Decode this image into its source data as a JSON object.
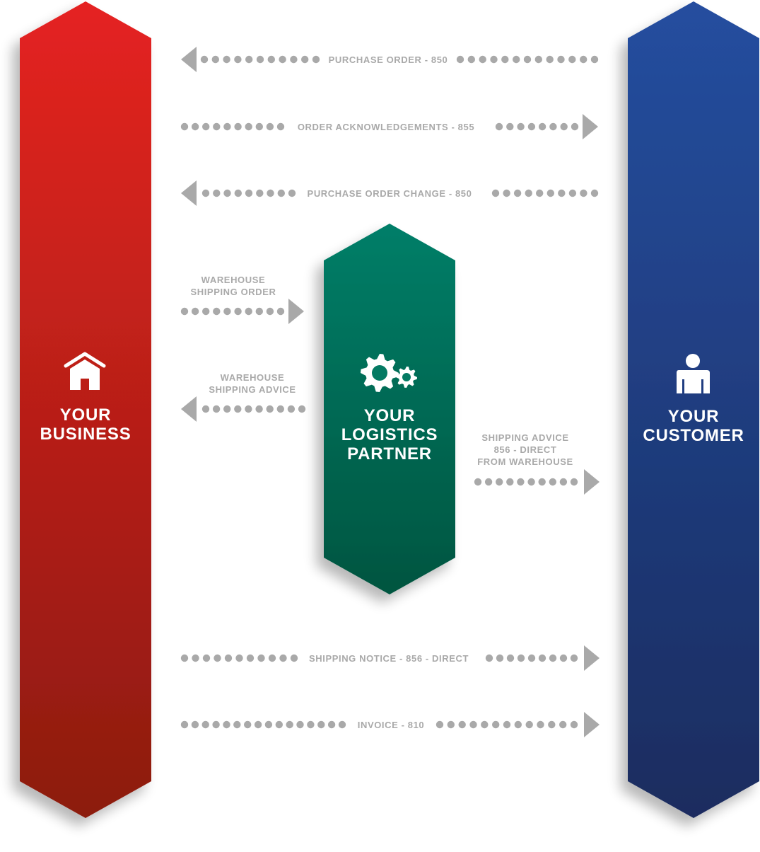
{
  "colors": {
    "business_top": "#e52421",
    "business_bottom": "#8c1a0f",
    "logistics_top": "#047e68",
    "logistics_bottom": "#045540",
    "customer_top": "#254e9f",
    "customer_bottom": "#1a2c5f",
    "arrow_gray": "#a9a9a9",
    "label_gray": "#a9a9a9"
  },
  "pillars": {
    "business": {
      "line1": "YOUR",
      "line2": "BUSINESS",
      "icon": "house-icon"
    },
    "logistics": {
      "line1": "YOUR",
      "line2": "LOGISTICS",
      "line3": "PARTNER",
      "icon": "gears-icon"
    },
    "customer": {
      "line1": "YOUR",
      "line2": "CUSTOMER",
      "icon": "person-icon"
    }
  },
  "flows": {
    "purchase_order": {
      "label": "PURCHASE ORDER - 850",
      "direction": "to business"
    },
    "order_ack": {
      "label": "ORDER ACKNOWLEDGEMENTS - 855",
      "direction": "to customer"
    },
    "po_change": {
      "label": "PURCHASE ORDER CHANGE -  850",
      "direction": "to business"
    },
    "warehouse_order": {
      "line1": "WAREHOUSE",
      "line2": "SHIPPING ORDER",
      "direction": "to logistics partner"
    },
    "warehouse_advice": {
      "line1": "WAREHOUSE",
      "line2": "SHIPPING ADVICE",
      "direction": "to business"
    },
    "shipping_advice_direct": {
      "line1": "SHIPPING ADVICE",
      "line2": "856 - DIRECT",
      "line3": "FROM WAREHOUSE",
      "direction": "to customer"
    },
    "shipping_notice": {
      "label": "SHIPPING NOTICE - 856 - DIRECT",
      "direction": "to customer"
    },
    "invoice": {
      "label": "INVOICE - 810",
      "direction": "to customer"
    }
  }
}
